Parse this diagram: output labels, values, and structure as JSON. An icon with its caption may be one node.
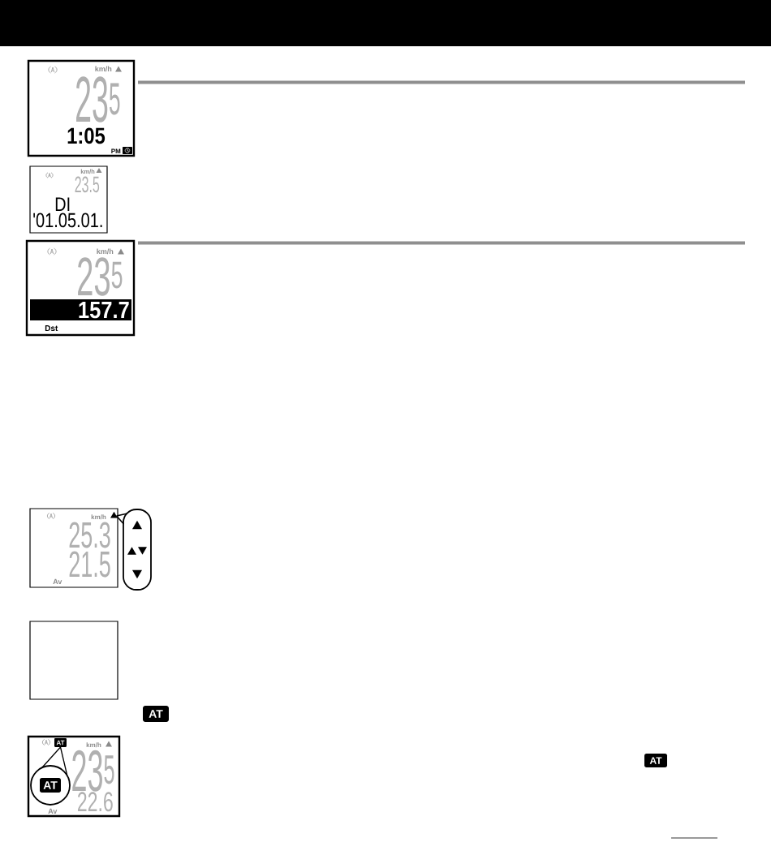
{
  "diagram": {
    "nodes": [
      {
        "text": [
          "km/h",
          "23$^{5}$",
          "1:05",
          "PM"
        ]
      },
      {
        "text": [
          "km/h",
          "23.5",
          "DI",
          "'01.05.01."
        ]
      },
      {
        "text": [
          "km/h",
          "23$^{5}$",
          "157.7",
          "Dst"
        ]
      },
      {
        "text": [
          "km/h",
          "25.3",
          "21.5",
          "Av"
        ]
      },
      {
        "text": [],
        "shape": "triangle",
        "in": 3
      },
      {
        "text": [],
        "shape": "bubble"
      },
      {
        "text": [],
        "shape": "box"
      },
      {
        "text": [
          "AT"
        ]
      },
      {
        "text": [
          "km/h",
          "23$^{5}$",
          "22.6",
          "Av"
        ]
      },
      {
        "text": [
          "AT"
        ],
        "in": 8
      },
      {
        "text": [
          "AT"
        ],
        "in": 8
      },
      {
        "text": [
          "AT"
        ]
      }
    ],
    "edges": [
      {
        "from": 5,
        "to": 4,
        "arrow": "none"
      },
      {
        "from": 10,
        "to": 9,
        "arrow": "none"
      }
    ]
  }
}
